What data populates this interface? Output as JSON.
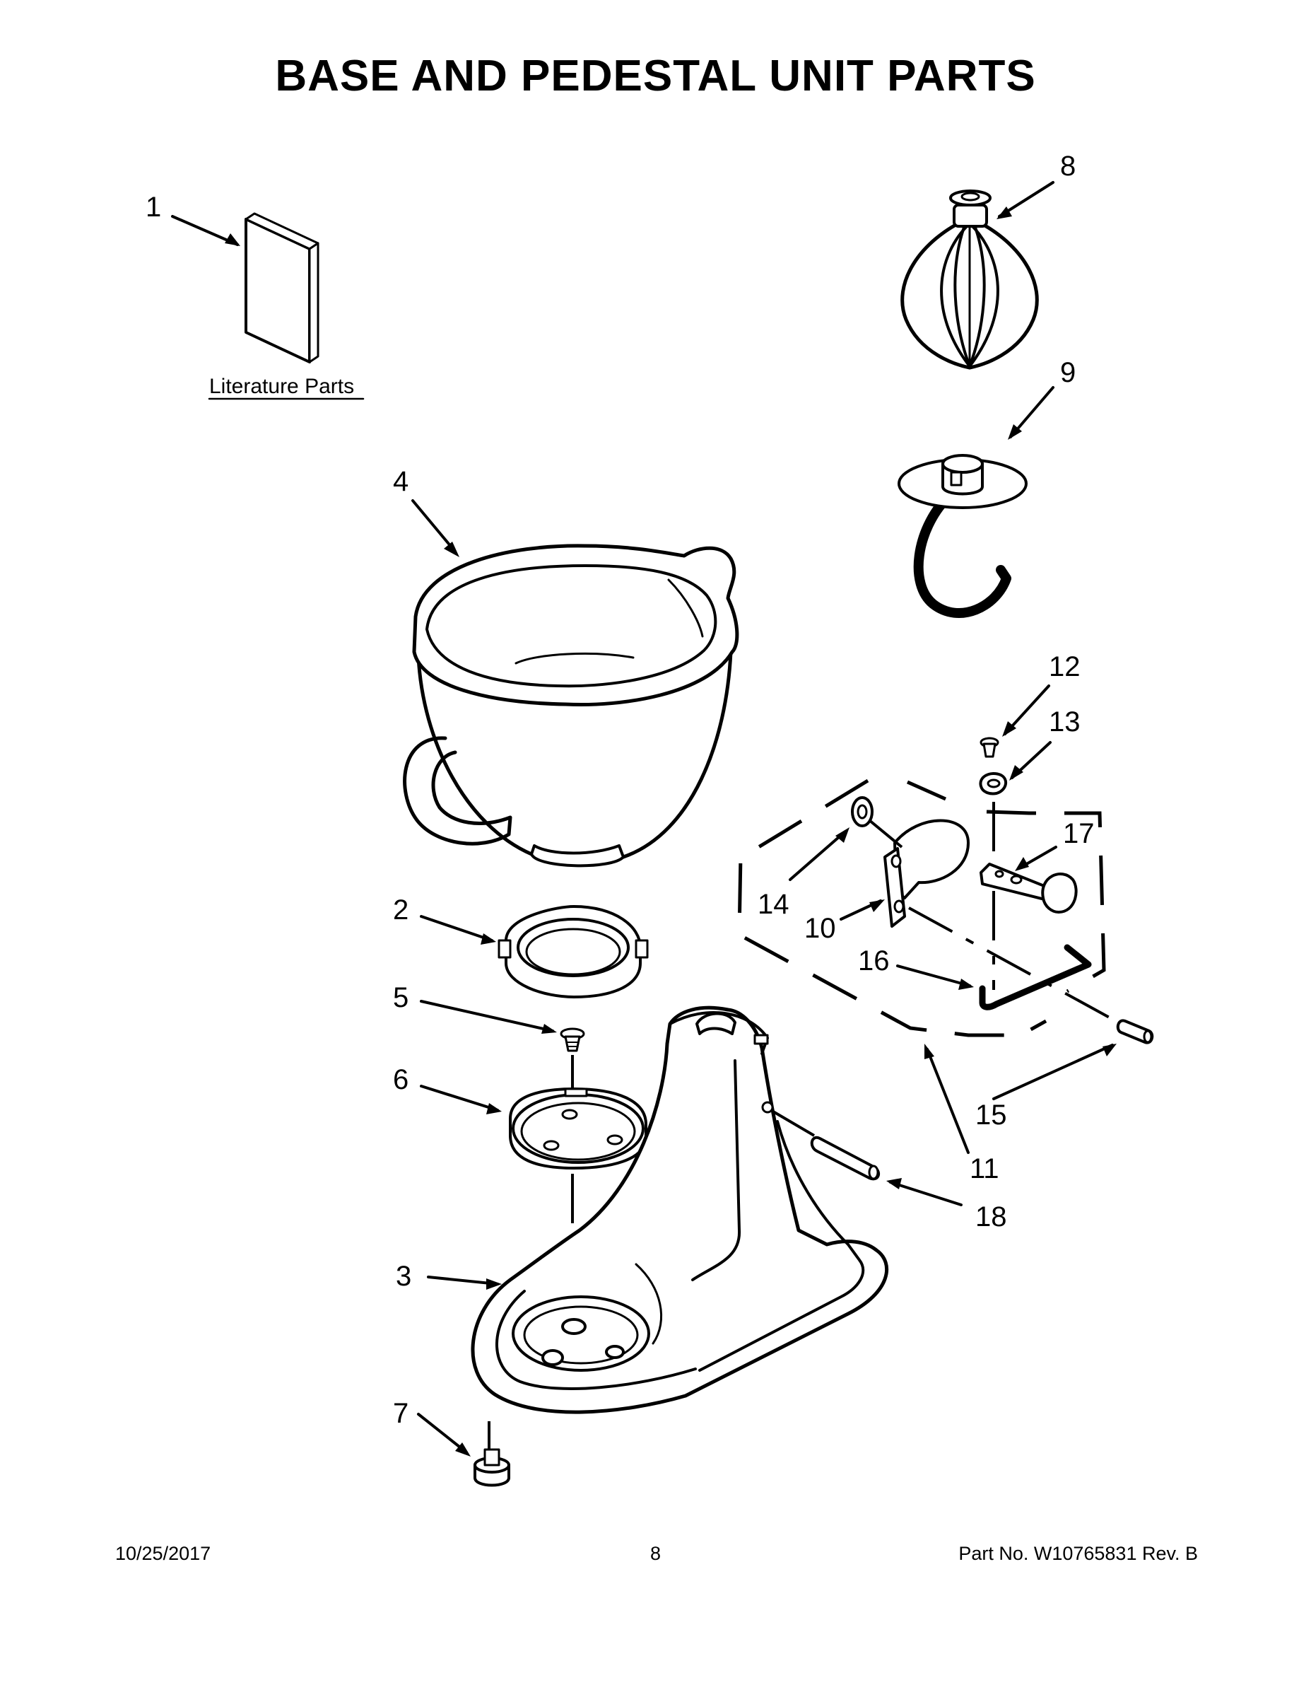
{
  "title": "BASE AND PEDESTAL UNIT PARTS",
  "literature_label": "Literature Parts",
  "callouts": {
    "c1": "1",
    "c2": "2",
    "c3": "3",
    "c4": "4",
    "c5": "5",
    "c6": "6",
    "c7": "7",
    "c8": "8",
    "c9": "9",
    "c10": "10",
    "c11": "11",
    "c12": "12",
    "c13": "13",
    "c14": "14",
    "c15": "15",
    "c16": "16",
    "c17": "17",
    "c18": "18"
  },
  "footer": {
    "date": "10/25/2017",
    "page": "8",
    "part": "Part No.  W10765831  Rev.  B"
  }
}
